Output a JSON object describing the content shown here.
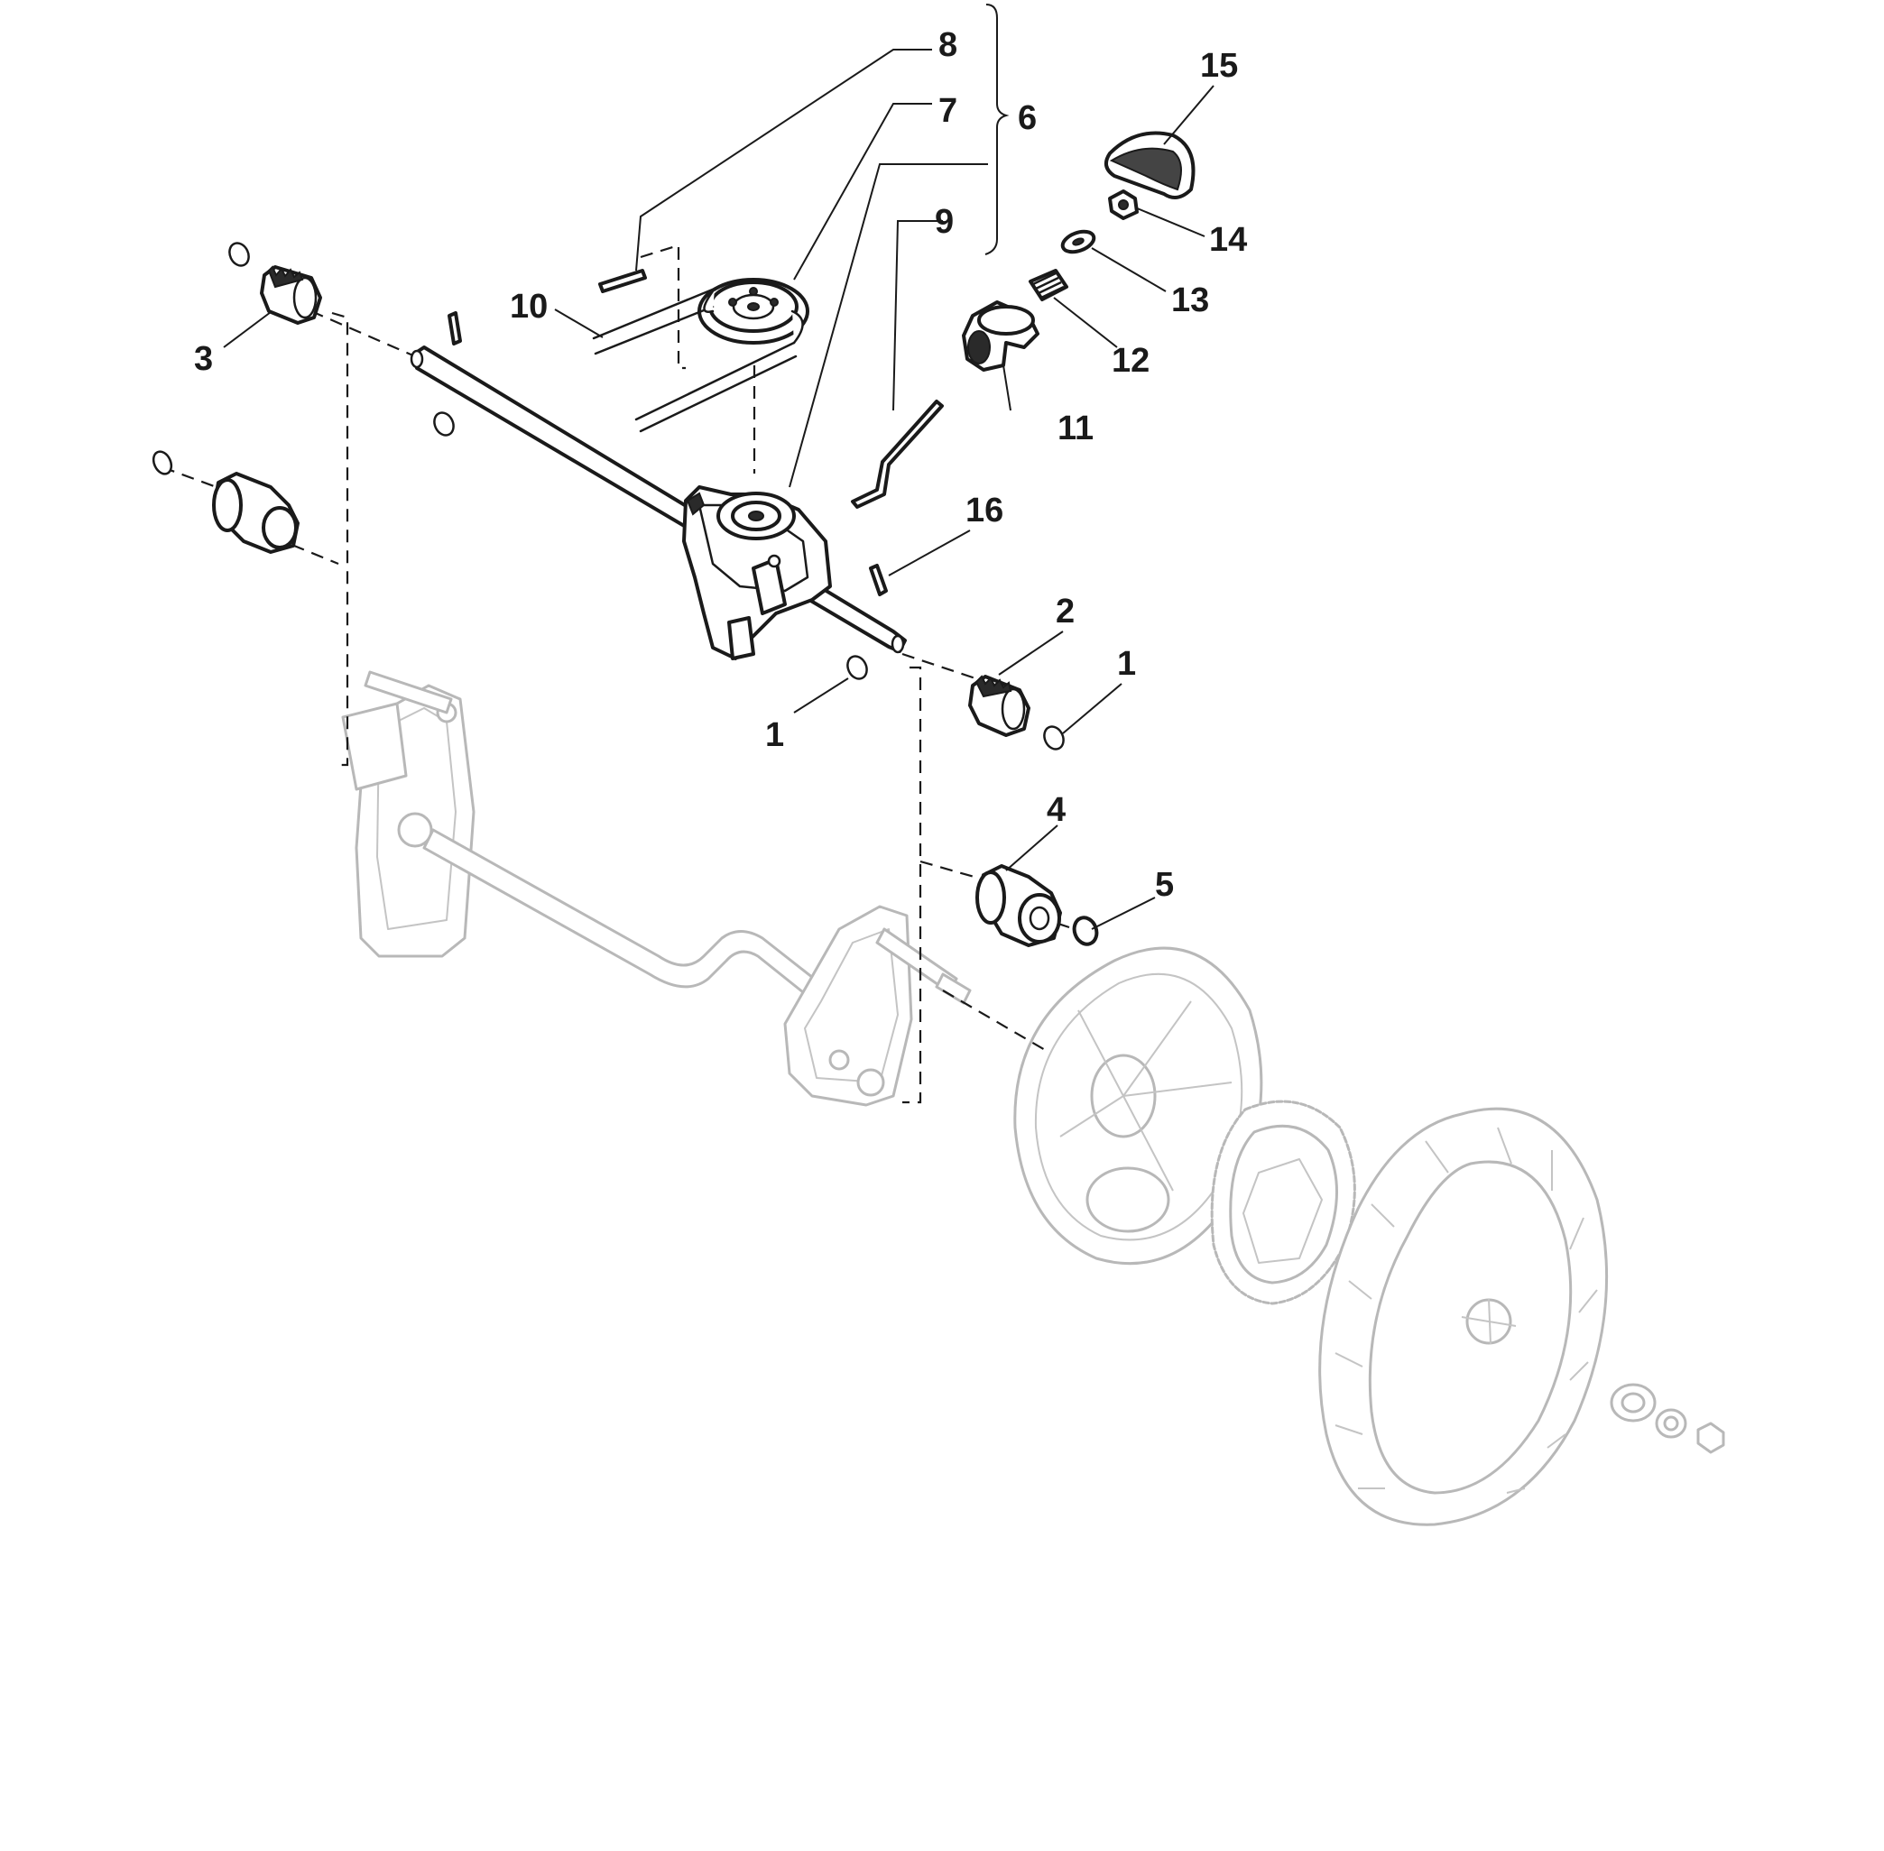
{
  "callouts": {
    "c1a": "1",
    "c1b": "1",
    "c2": "2",
    "c3": "3",
    "c4": "4",
    "c5": "5",
    "c6": "6",
    "c7": "7",
    "c8": "8",
    "c9": "9",
    "c10": "10",
    "c11": "11",
    "c12": "12",
    "c13": "13",
    "c14": "14",
    "c15": "15",
    "c16": "16"
  }
}
